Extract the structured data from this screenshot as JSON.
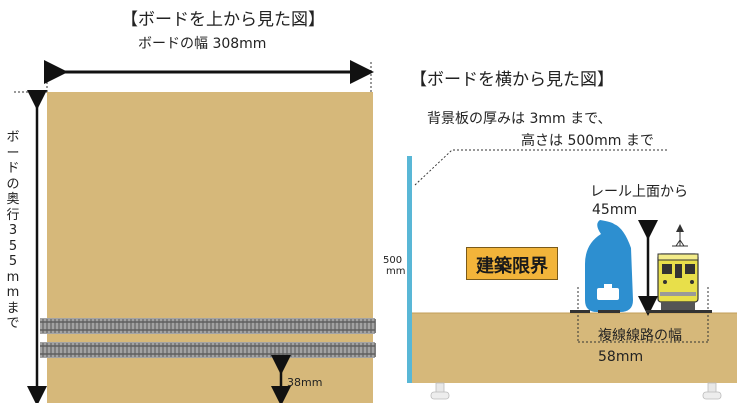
{
  "top_view": {
    "title": "【ボードを上から見た図】",
    "width_label": "ボードの幅 308mm",
    "depth_label_chars": [
      "ボ",
      "ー",
      "ド",
      "の",
      "奥",
      "行",
      "3",
      "5",
      "5",
      "m",
      "m",
      "ま",
      "で"
    ],
    "track_offset_label": "38mm"
  },
  "side_view": {
    "title": "【ボードを横から見た図】",
    "backboard_note_line1": "背景板の厚みは 3mm まで、",
    "backboard_note_line2": "高さは 500mm まで",
    "height_label_top": "500",
    "height_label_bottom": "mm",
    "clearance_label": "建築限界",
    "rail_height_line1": "レール上面から",
    "rail_height_line2": "45mm",
    "double_track_label": "複線線路の幅",
    "double_track_value": "58mm"
  },
  "colors": {
    "board": "#d6b87a",
    "board_edge": "#c9a965",
    "backboard": "#59b7d6",
    "clearance_icon": "#2d8fd0",
    "clearance_badge": "#f2b43a",
    "train_body": "#e8df4a",
    "rail": "#9b9b9b"
  }
}
